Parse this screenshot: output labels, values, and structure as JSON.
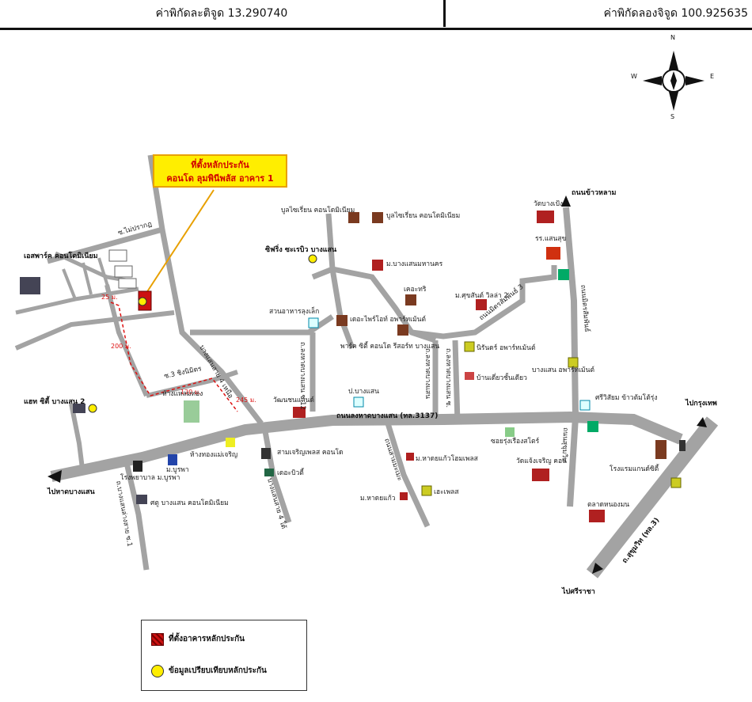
{
  "header": {
    "latitude": "ค่าพิกัดละติจูด 13.290740",
    "longitude": "ค่าพิกัดลองจิจูด 100.925635"
  },
  "compass": {
    "n": "N",
    "s": "S",
    "e": "E",
    "w": "W"
  },
  "callout": {
    "line1": "ที่ตั้งหลักประกัน",
    "line2": "คอนโด ลุมพินีพลัส อาคาร 1"
  },
  "roads": {
    "main": "ถนนลงหาดบางแสน (ทล.3137)",
    "to_chonburi": "ไปกรุงเทพ",
    "to_sriracha": "ไปศรีราชา",
    "to_bangsaen_beach": "ไปหาดบางแสน",
    "to_khaosamuk": "ถนนข้าวหลาม",
    "soi_maipruek": "ซ.ไม่ปรากฏ",
    "soi_3": "ซ.3 ชิงนิมิตร",
    "soi_bangsaen4": "บางแสนสาย 4 เหนือ",
    "soi_bangsaen4_south": "บางแสนสาย 4 ใต้",
    "soi_longhad12": "ถ.ลงหาดบางแสน ซ.12",
    "soi_longhad": "ถ.ลงหาดบางแสน",
    "soi_longhad_b": "ถ.ลงหาดบางแสน ซ.",
    "soi_nimitmai3": "ถนนมิตรสัมพันธ์ 3",
    "soi_nimit": "ถนนมิตรสัมพันธ์",
    "soi_sukhumvit": "ถนนสุขุมวิท",
    "soi_samsan": "ถนนสามมะเมะ",
    "soi_bangsaen_south1": "ถ.บางแสนล่างสาย ซ.1",
    "motorway": "ถ.สุขุมวิท (ทล.3)"
  },
  "distances": {
    "d25": "25 ม.",
    "d200": "200 ม.",
    "d120": "120 ม.",
    "d245": "245 ม."
  },
  "places": {
    "p_condo_building": "เอสพาร์ค คอนโดมิเนียม",
    "p_condo2": "บูลไซเรี่ยน คอนโดมิเนียม",
    "p_condo3": "บูลไซเรี่ยน คอนโดมิเนียม",
    "p_sindrong": "ซิฟริ่ง ซะเรบิว บางแสน",
    "p_bangsaen_nakorn": "ม.บางแสนมหานคร",
    "p_garden": "สวนอาหารลุงเล็ก",
    "p_kerd": "เคอะทริ",
    "p_mansion": "ม.ศุขสันต์ วิลล่า 2",
    "p_dorm1": "เดอะไพร์โอท์ อพาร์ทเม้นต์",
    "p_park": "พาร์ค ซิตี้ คอนโด รีสอร์ท บางแสน",
    "p_nirin": "นิรันดร์ อพาร์ทเม้นต์",
    "p_bangsaen_house": "บ้านเดี่ยวชั้นเดียว",
    "p_watbangphra": "วัดบางเป้ง",
    "p_school": "รร.แสนสุข",
    "p_bangsaen_apt": "บางแสน อพาร์ทเม้นต์",
    "p_siam": "ศรีวิสัยม ข้าวต้มโต้รุ่ง",
    "p_cl": "ซอยรุ่งเรืองสโตร์",
    "p_wat2": "วัดแจ้งเจริญ คอน",
    "p_hotel": "โรงแรมแกนด์ซิตี้",
    "p_market": "ตลาดหนองมน",
    "p_ht2": "แฮท ซิตี้ บางแสน 2",
    "p_mall": "ห้างแหลมทอง",
    "p_vanda": "วัฒนชนแลนด์",
    "p_bangsaen_t": "ป.บางแสน",
    "p_hospital": "โรงพยาบาล ม.บูรพา",
    "p_buu": "ม.บูรพา",
    "p_shop": "ห้างทองแม่เจริญ",
    "p_condo4": "สามเจริญเพลส คอนโด",
    "p_kerd2": "เดอะบิวตี้",
    "p_tp": "ศตู บางแสน คอนโดมิเนียม",
    "p_haijai": "ม.หาดยแก้วโฮมเพลส",
    "p_haikaew": "ม.หาดยแก้ว",
    "p_seaplace": "เฮะเพลส"
  },
  "legend": {
    "subject": "ที่ตั้งอาคารหลักประกัน",
    "compare": "ข้อมูลเปรียบเทียบหลักประกัน"
  },
  "colors": {
    "road": "#a3a3a3",
    "subject": "#cc1111",
    "compare": "#ffee00",
    "callout_bg": "#ffee00",
    "callout_text": "#d10000",
    "distance": "#dd1111"
  }
}
